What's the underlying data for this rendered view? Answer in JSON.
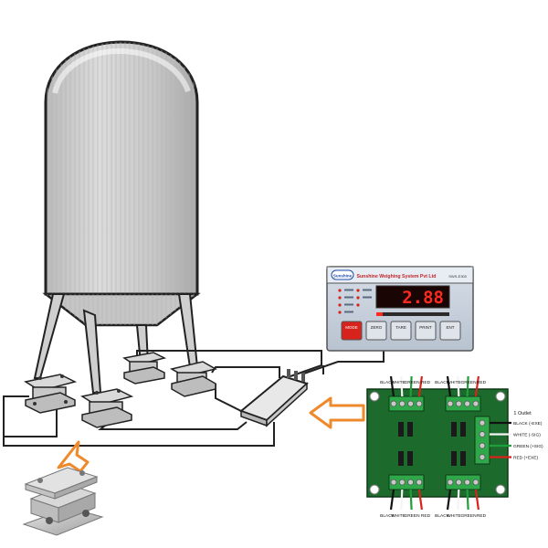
{
  "indicator": {
    "brand": "Sunshine",
    "company": "Sunshine Weighing System Pvt Ltd",
    "model": "SWS-E300",
    "reading": "2.88",
    "keys": [
      "MODE",
      "ZERO",
      "TARE",
      "PRINT",
      "ENT"
    ]
  },
  "board": {
    "outlet_title": "1 Outlet",
    "top_labels": [
      "BLACK",
      "WHITE",
      "GREEN",
      "RED",
      "BLACK",
      "WHITE",
      "GREEN",
      "RED"
    ],
    "bottom_labels": [
      "BLACK",
      "WHITE",
      "GREEN",
      "RED",
      "BLACK",
      "WHITE",
      "GREEN",
      "RED"
    ],
    "outlet_labels": [
      "BLACK (-EXE)",
      "WHITE (-SIG)",
      "GREEN (+SIG)",
      "RED (+EXE)"
    ],
    "wire_colors": {
      "black": "#111111",
      "white": "#f4f4f4",
      "green": "#1f9e3a",
      "red": "#d8231c"
    },
    "pcb_color": "#1d6b2c"
  },
  "colors": {
    "arrow": "#ef8a2c",
    "silo": "#cfcfcf",
    "cable": "#222222"
  }
}
